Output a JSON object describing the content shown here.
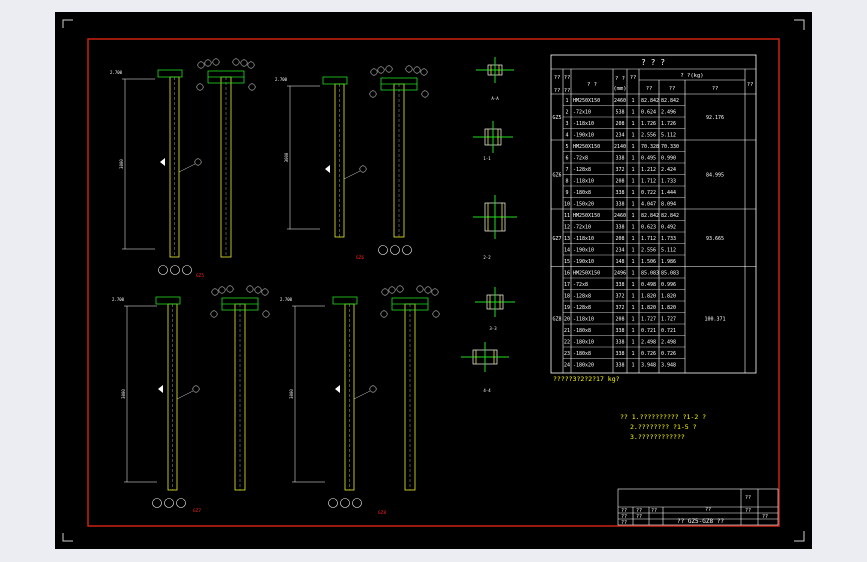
{
  "drawing": {
    "note_total": "?????3?2?2?17 kg?",
    "notes": [
      "?? 1.?????????? ?1-2 ?",
      "2.???????? ?1-5 ?",
      "3.????????????"
    ]
  },
  "column_labels": [
    "GZ5",
    "GZ6",
    "GZ7",
    "GZ8"
  ],
  "detail_labels": [
    "A-A",
    "1-1",
    "2-2",
    "3-3",
    "4-4"
  ],
  "elevations": [
    "2.700",
    "2.700",
    "2.700",
    "2.700"
  ],
  "dim_heights": [
    "3000",
    "3000",
    "3000",
    "3000"
  ],
  "bom": {
    "title": "?   ?   ?",
    "header": {
      "col_member": "??",
      "col_no": "??",
      "col_spec": "? ?",
      "col_length": "? ?",
      "col_length_unit": "(mm)",
      "col_qty": "??",
      "col_weight": "? ?(kg)",
      "col_single": "??",
      "col_total": "??",
      "col_sum": "??",
      "col_remark": "??"
    },
    "groups": [
      {
        "member": "GZ5",
        "total": "92.176",
        "rows": [
          {
            "no": "1",
            "spec": "HM250X150",
            "len": "2460",
            "qty": "1",
            "single": "82.842",
            "sum": "82.842"
          },
          {
            "no": "2",
            "spec": "-72x10",
            "len": "538",
            "qty": "1",
            "single": "0.624",
            "sum": "2.496"
          },
          {
            "no": "3",
            "spec": "-118x10",
            "len": "208",
            "qty": "1",
            "single": "1.726",
            "sum": "1.726"
          },
          {
            "no": "4",
            "spec": "-190x10",
            "len": "234",
            "qty": "1",
            "single": "2.556",
            "sum": "5.112"
          }
        ]
      },
      {
        "member": "GZ6",
        "total": "84.995",
        "rows": [
          {
            "no": "5",
            "spec": "HM250X150",
            "len": "2140",
            "qty": "1",
            "single": "70.328",
            "sum": "70.330"
          },
          {
            "no": "6",
            "spec": "-72x8",
            "len": "338",
            "qty": "1",
            "single": "0.495",
            "sum": "0.990"
          },
          {
            "no": "7",
            "spec": "-128x8",
            "len": "372",
            "qty": "1",
            "single": "1.212",
            "sum": "2.424"
          },
          {
            "no": "8",
            "spec": "-118x10",
            "len": "208",
            "qty": "1",
            "single": "1.712",
            "sum": "1.733"
          },
          {
            "no": "9",
            "spec": "-180x8",
            "len": "338",
            "qty": "1",
            "single": "0.722",
            "sum": "1.444"
          },
          {
            "no": "10",
            "spec": "-150x20",
            "len": "338",
            "qty": "1",
            "single": "4.047",
            "sum": "8.094"
          }
        ]
      },
      {
        "member": "GZ7",
        "total": "93.665",
        "rows": [
          {
            "no": "11",
            "spec": "HM250X150",
            "len": "2460",
            "qty": "1",
            "single": "82.842",
            "sum": "82.842"
          },
          {
            "no": "12",
            "spec": "-72x10",
            "len": "338",
            "qty": "1",
            "single": "0.623",
            "sum": "0.492"
          },
          {
            "no": "13",
            "spec": "-118x10",
            "len": "208",
            "qty": "1",
            "single": "1.712",
            "sum": "1.733"
          },
          {
            "no": "14",
            "spec": "-190x10",
            "len": "234",
            "qty": "1",
            "single": "2.556",
            "sum": "5.112"
          },
          {
            "no": "15",
            "spec": "-190x10",
            "len": "148",
            "qty": "1",
            "single": "1.506",
            "sum": "1.986"
          }
        ]
      },
      {
        "member": "GZ8",
        "total": "100.371",
        "rows": [
          {
            "no": "16",
            "spec": "HM250X150",
            "len": "2496",
            "qty": "1",
            "single": "85.083",
            "sum": "85.083"
          },
          {
            "no": "17",
            "spec": "-72x8",
            "len": "338",
            "qty": "1",
            "single": "0.498",
            "sum": "0.996"
          },
          {
            "no": "18",
            "spec": "-128x8",
            "len": "372",
            "qty": "1",
            "single": "1.820",
            "sum": "1.820"
          },
          {
            "no": "19",
            "spec": "-128x8",
            "len": "372",
            "qty": "1",
            "single": "1.820",
            "sum": "1.820"
          },
          {
            "no": "20",
            "spec": "-118x10",
            "len": "208",
            "qty": "1",
            "single": "1.727",
            "sum": "1.727"
          },
          {
            "no": "21",
            "spec": "-180x8",
            "len": "338",
            "qty": "1",
            "single": "0.721",
            "sum": "0.721"
          },
          {
            "no": "22",
            "spec": "-180x10",
            "len": "338",
            "qty": "1",
            "single": "2.498",
            "sum": "2.498"
          },
          {
            "no": "23",
            "spec": "-180x8",
            "len": "338",
            "qty": "1",
            "single": "0.726",
            "sum": "0.726"
          },
          {
            "no": "24",
            "spec": "-180x20",
            "len": "338",
            "qty": "1",
            "single": "3.948",
            "sum": "3.948"
          }
        ]
      }
    ]
  },
  "titleblock": {
    "name": "?? GZ5-GZ8 ??",
    "cells": [
      "??",
      "??",
      "??",
      "??",
      "??",
      "??",
      "??",
      "??",
      "??",
      "??"
    ]
  },
  "colors": {
    "frame": "#cc2211",
    "line": "#ffffff",
    "column": "#eeee33",
    "plate": "#22dd22",
    "text": "#ffffff",
    "label": "#ff2222",
    "note": "#ffff00"
  }
}
